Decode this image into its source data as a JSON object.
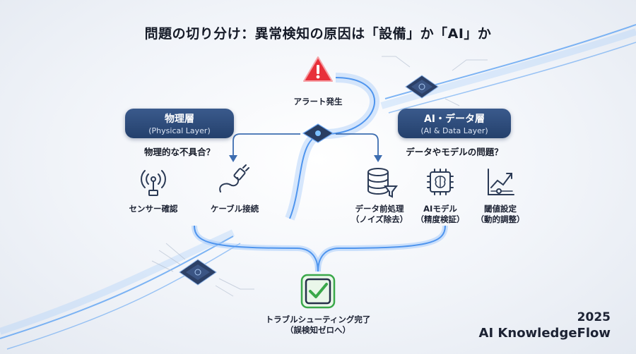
{
  "title": "問題の切り分け：異常検知の原因は「設備」か「AI」か",
  "alert": {
    "label": "アラート発生",
    "icon": "warning-triangle-icon",
    "color": "#e8303a"
  },
  "physical": {
    "title": "物理層",
    "subtitle": "(Physical Layer)",
    "question": "物理的な不具合？",
    "items": [
      {
        "label": "センサー確認",
        "icon": "sensor-antenna-icon"
      },
      {
        "label": "ケーブル接続",
        "icon": "cable-plug-icon"
      }
    ]
  },
  "ai": {
    "title": "AI・データ層",
    "subtitle": "(AI & Data Layer)",
    "question": "データやモデルの問題？",
    "items": [
      {
        "label": "データ前処理",
        "label2": "（ノイズ除去）",
        "icon": "database-filter-icon"
      },
      {
        "label": "AIモデル",
        "label2": "（精度検証）",
        "icon": "ai-chip-brain-icon"
      },
      {
        "label": "閾値設定",
        "label2": "（動的調整）",
        "icon": "threshold-chart-icon"
      }
    ]
  },
  "complete": {
    "label": "トラブルシューティング完了",
    "label2": "（誤検知ゼロへ）",
    "icon": "checkmark-box-icon",
    "color": "#3aa84a"
  },
  "brand": {
    "year": "2025",
    "name": "AI KnowledgeFlow"
  },
  "colors": {
    "accent": "#2f6fd6",
    "pill": "#2b4a7a",
    "flow": "#5aa0f0"
  }
}
